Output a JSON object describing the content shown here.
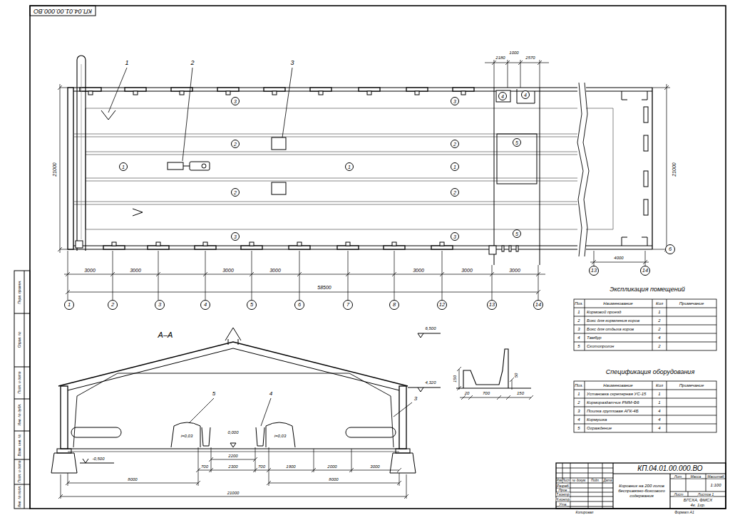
{
  "diagram": {
    "nodes": [
      {
        "text": [
          "1"
        ]
      },
      {
        "text": [
          "2"
        ]
      },
      {
        "text": [
          "3"
        ]
      },
      {
        "text": [
          "4"
        ]
      },
      {
        "text": [
          "5"
        ]
      },
      {
        "text": [
          "6"
        ]
      },
      {
        "text": [
          "7"
        ]
      },
      {
        "text": [
          "8"
        ]
      },
      {
        "text": [
          "12"
        ]
      },
      {
        "text": [
          "13"
        ]
      },
      {
        "text": [
          "14"
        ]
      },
      {
        "text": [
          "13"
        ]
      },
      {
        "text": [
          "14"
        ]
      },
      {
        "text": [
          "6"
        ]
      },
      {
        "text": [
          "3"
        ]
      },
      {
        "text": [
          "3"
        ]
      },
      {
        "text": [
          "2"
        ]
      },
      {
        "text": [
          "2"
        ]
      },
      {
        "text": [
          "1"
        ]
      },
      {
        "text": [
          "1"
        ]
      },
      {
        "text": [
          "1"
        ]
      },
      {
        "text": [
          "2"
        ]
      },
      {
        "text": [
          "2"
        ]
      },
      {
        "text": [
          "3"
        ]
      },
      {
        "text": [
          "3"
        ]
      },
      {
        "text": [
          "4"
        ]
      },
      {
        "text": [
          "4"
        ]
      },
      {
        "text": [
          "5"
        ]
      },
      {
        "text": [
          "5"
        ]
      }
    ],
    "labels": [
      "КП.04.01.00.000.ВО",
      "1",
      "2",
      "3",
      "2180",
      "1000",
      "2570",
      "21000",
      "21000",
      "3000",
      "3000",
      "3000",
      "3000",
      "3000",
      "3000",
      "3000",
      "58500",
      "4000",
      "А–А",
      "6,500",
      "4,320",
      "5",
      "4",
      "3",
      "0,000",
      "i=0,03",
      "i=0,03",
      "-0,500",
      "2200",
      "700",
      "2300",
      "700",
      "1900",
      "2000",
      "3000",
      "8000",
      "8000",
      "21000",
      "150",
      "50",
      "20",
      "700",
      "150",
      "Экспликация помещений",
      "Поз.",
      "Наименование",
      "Кол",
      "Примечание",
      "1",
      "Кормовой проезд",
      "1",
      "2",
      "Бокс для кормления коров",
      "2",
      "3",
      "Бокс для отдыха коров",
      "2",
      "4",
      "Тамбур",
      "4",
      "5",
      "Скотопрогон",
      "2",
      "Спецификация оборудования",
      "Поз.",
      "Наименование",
      "Кол",
      "Примечание",
      "1",
      "Установка скреперная УС-15",
      "1",
      "2",
      "Кормораздатчик РММ-Ф6",
      "1",
      "3",
      "Поилка групповая АГК-4Б",
      "4",
      "4",
      "Кормушка",
      "4",
      "5",
      "Ограждение",
      "4",
      "КП.04.01.00.000.ВО",
      "Коровник на 200 голов беспривязно-боксового содержания",
      "Лит",
      "Масса",
      "Масштаб",
      "1:100",
      "Лист",
      "Листов 1",
      "БГСХА, ФМСХ",
      "4к. 1гр.",
      "Изм",
      "Лист",
      "№ докум.",
      "Подп.",
      "Дата",
      "Разраб.",
      "Пров.",
      "Т.контр.",
      "Н.контр.",
      "Утв.",
      "Копировал",
      "Формат А1",
      "Перв. примен.",
      "Справ. №",
      "Подп. и дата",
      "Инв. № дубл.",
      "Взам. инв. №",
      "Подп. и дата",
      "Инв. № подл."
    ]
  }
}
